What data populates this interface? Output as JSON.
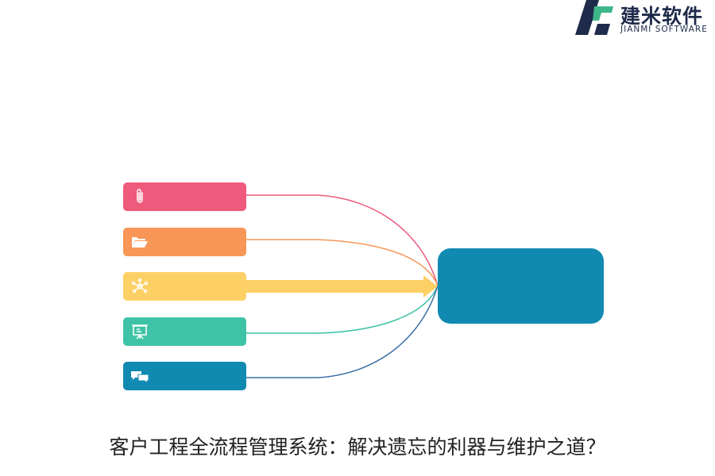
{
  "logo": {
    "name_cn": "建米软件",
    "name_en": "JIANMI SOFTWARE"
  },
  "diagram": {
    "source_nodes": [
      {
        "icon": "paperclip-icon",
        "color": "#ef5a7c"
      },
      {
        "icon": "folder-open-icon",
        "color": "#f79656"
      },
      {
        "icon": "network-hub-icon",
        "color": "#fdd066"
      },
      {
        "icon": "presentation-board-icon",
        "color": "#3fc3a6"
      },
      {
        "icon": "chat-bubbles-icon",
        "color": "#118ab2"
      }
    ],
    "target_node": {
      "color": "#118ab2"
    },
    "highlighted_source": 2
  },
  "caption": "客户工程全流程管理系统：解决遗忘的利器与维护之道？"
}
